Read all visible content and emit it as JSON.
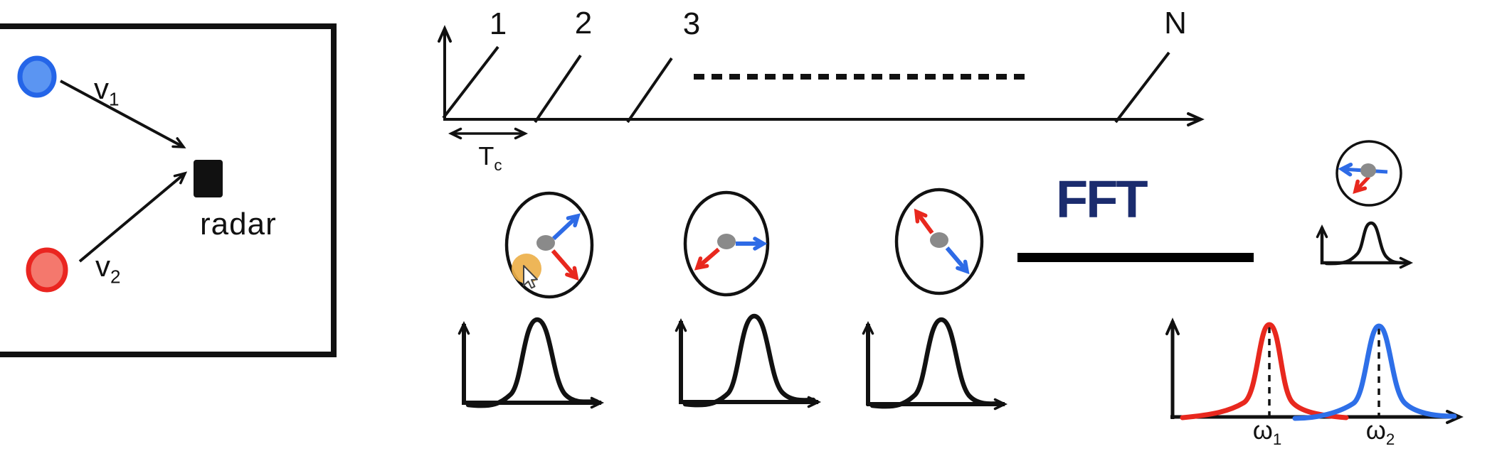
{
  "diagram": {
    "left_panel": {
      "target1": {
        "label_base": "v",
        "label_sub": "1",
        "fill": "#5b95f2",
        "ring": "#2465e8"
      },
      "target2": {
        "label_base": "v",
        "label_sub": "2",
        "fill": "#f4786d",
        "ring": "#ea2520"
      },
      "radar_label": "radar"
    },
    "chirp_axis": {
      "chirp1": "1",
      "chirp2": "2",
      "chirp3": "3",
      "chirpN": "N",
      "period_base": "T",
      "period_sub": "c"
    },
    "fft_label": "FFT",
    "output_spectrum": {
      "peak1_base": "ω",
      "peak1_sub": "1",
      "peak1_color": "#e8281e",
      "peak2_base": "ω",
      "peak2_sub": "2",
      "peak2_color": "#2e6fe8"
    },
    "colors": {
      "ink": "#111111",
      "phasor_blue": "#2e6be6",
      "phasor_red": "#e8281e",
      "phasor_origin_gray": "#8a8a8a",
      "highlight_orange": "#edb04a",
      "fft_navy": "#1b2c6e"
    },
    "icons": {
      "cursor": "mouse-pointer-icon",
      "highlight": "highlight-dot-icon"
    }
  }
}
